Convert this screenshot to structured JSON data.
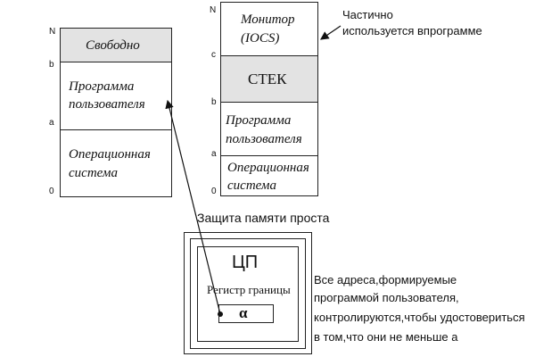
{
  "left_memory": {
    "labels": {
      "n": "N",
      "b": "b",
      "a": "a",
      "zero": "0"
    },
    "free": "Свободно",
    "user_program": [
      "Программа",
      "пользователя"
    ],
    "os": [
      "Операционная",
      "система"
    ]
  },
  "right_memory": {
    "labels": {
      "n": "N",
      "c": "c",
      "b": "b",
      "a": "a",
      "zero": "0"
    },
    "monitor": [
      "Монитор",
      "(IOCS)"
    ],
    "stack": "СТЕК",
    "user_program": [
      "Программа",
      "пользователя"
    ],
    "os": [
      "Операционная",
      "система"
    ]
  },
  "note_partial": [
    "Частично",
    "используется впрограмме"
  ],
  "caption": "Защита памяти проста",
  "cpu": {
    "title": "ЦП",
    "register_label": "Регистр границы",
    "register_value": "α"
  },
  "explanation": [
    "Все адреса,формируемые",
    "программой пользователя,",
    "контролируются,чтобы удостовериться",
    "в  том,что они не меньше а"
  ]
}
